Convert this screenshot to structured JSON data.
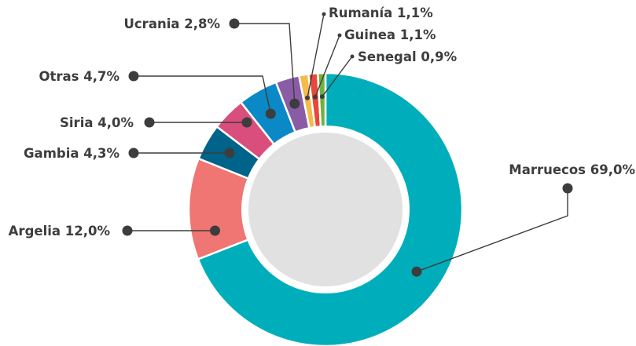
{
  "chart_data": {
    "type": "pie",
    "donut": true,
    "categories": [
      "Marruecos",
      "Argelia",
      "Gambia",
      "Siria",
      "Otras",
      "Ucrania",
      "Rumanía",
      "Guinea",
      "Senegal"
    ],
    "values": [
      69.0,
      12.0,
      4.3,
      4.0,
      4.7,
      2.8,
      1.1,
      1.1,
      0.9
    ],
    "labels": [
      "Marruecos 69,0%",
      "Argelia 12,0%",
      "Gambia 4,3%",
      "Siria 4,0%",
      "Otras 4,7%",
      "Ucrania 2,8%",
      "Rumanía 1,1%",
      "Guinea 1,1%",
      "Senegal 0,9%"
    ],
    "colors": [
      "#00aebb",
      "#ef7673",
      "#00638a",
      "#d94e7c",
      "#0a89c6",
      "#8a5ca6",
      "#f3bb4a",
      "#e8483a",
      "#6db33f"
    ],
    "center_color": "#e1e1e1",
    "legend": "none"
  }
}
